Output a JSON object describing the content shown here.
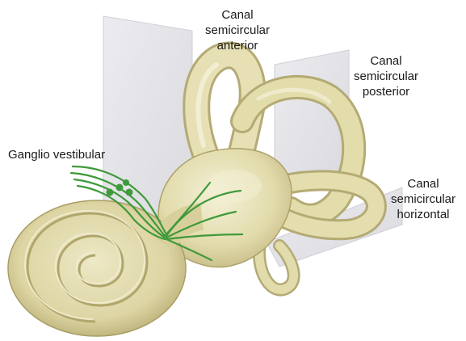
{
  "labels": {
    "anterior": [
      "Canal",
      "semicircular",
      "anterior"
    ],
    "posterior": [
      "Canal",
      "semicircular",
      "posterior"
    ],
    "horizontal": [
      "Canal",
      "semicircular",
      "horizontal"
    ],
    "ganglion": "Ganglio vestibular"
  },
  "colors": {
    "bone": "#e3dcae",
    "bone_light": "#f1edd0",
    "bone_dark": "#b8ad78",
    "nerve": "#3f9a3a",
    "plane": "#e3e3e7"
  }
}
